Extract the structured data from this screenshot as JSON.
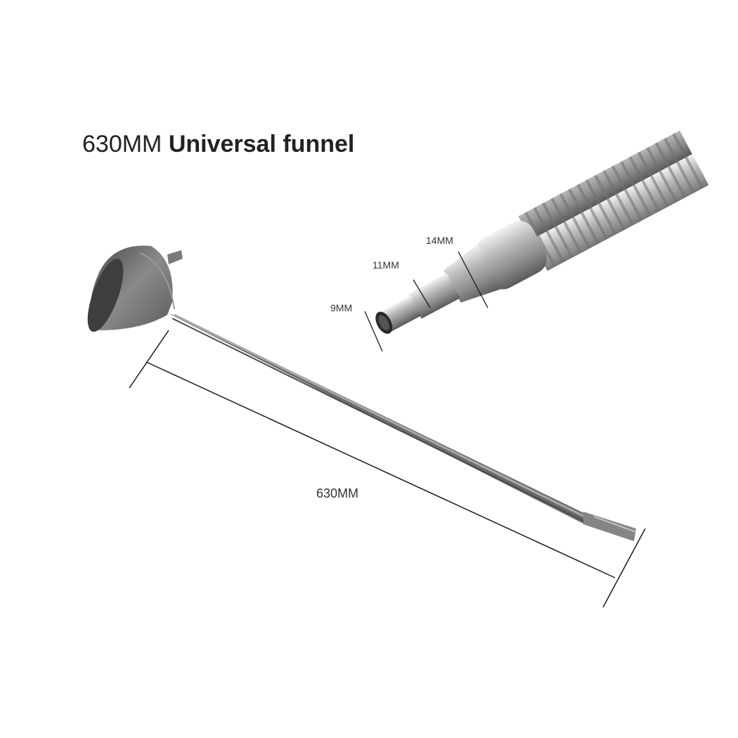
{
  "title": {
    "size": "630MM",
    "name": "Universal funnel"
  },
  "dimensions": {
    "length": "630MM",
    "outlet_14": "14MM",
    "outlet_11": "11MM",
    "outlet_9": "9MM"
  },
  "colors": {
    "background": "#ffffff",
    "metal_dark": "#5a5a5a",
    "metal_light": "#c8c8c8",
    "dimension_line": "#1a1a1a"
  }
}
